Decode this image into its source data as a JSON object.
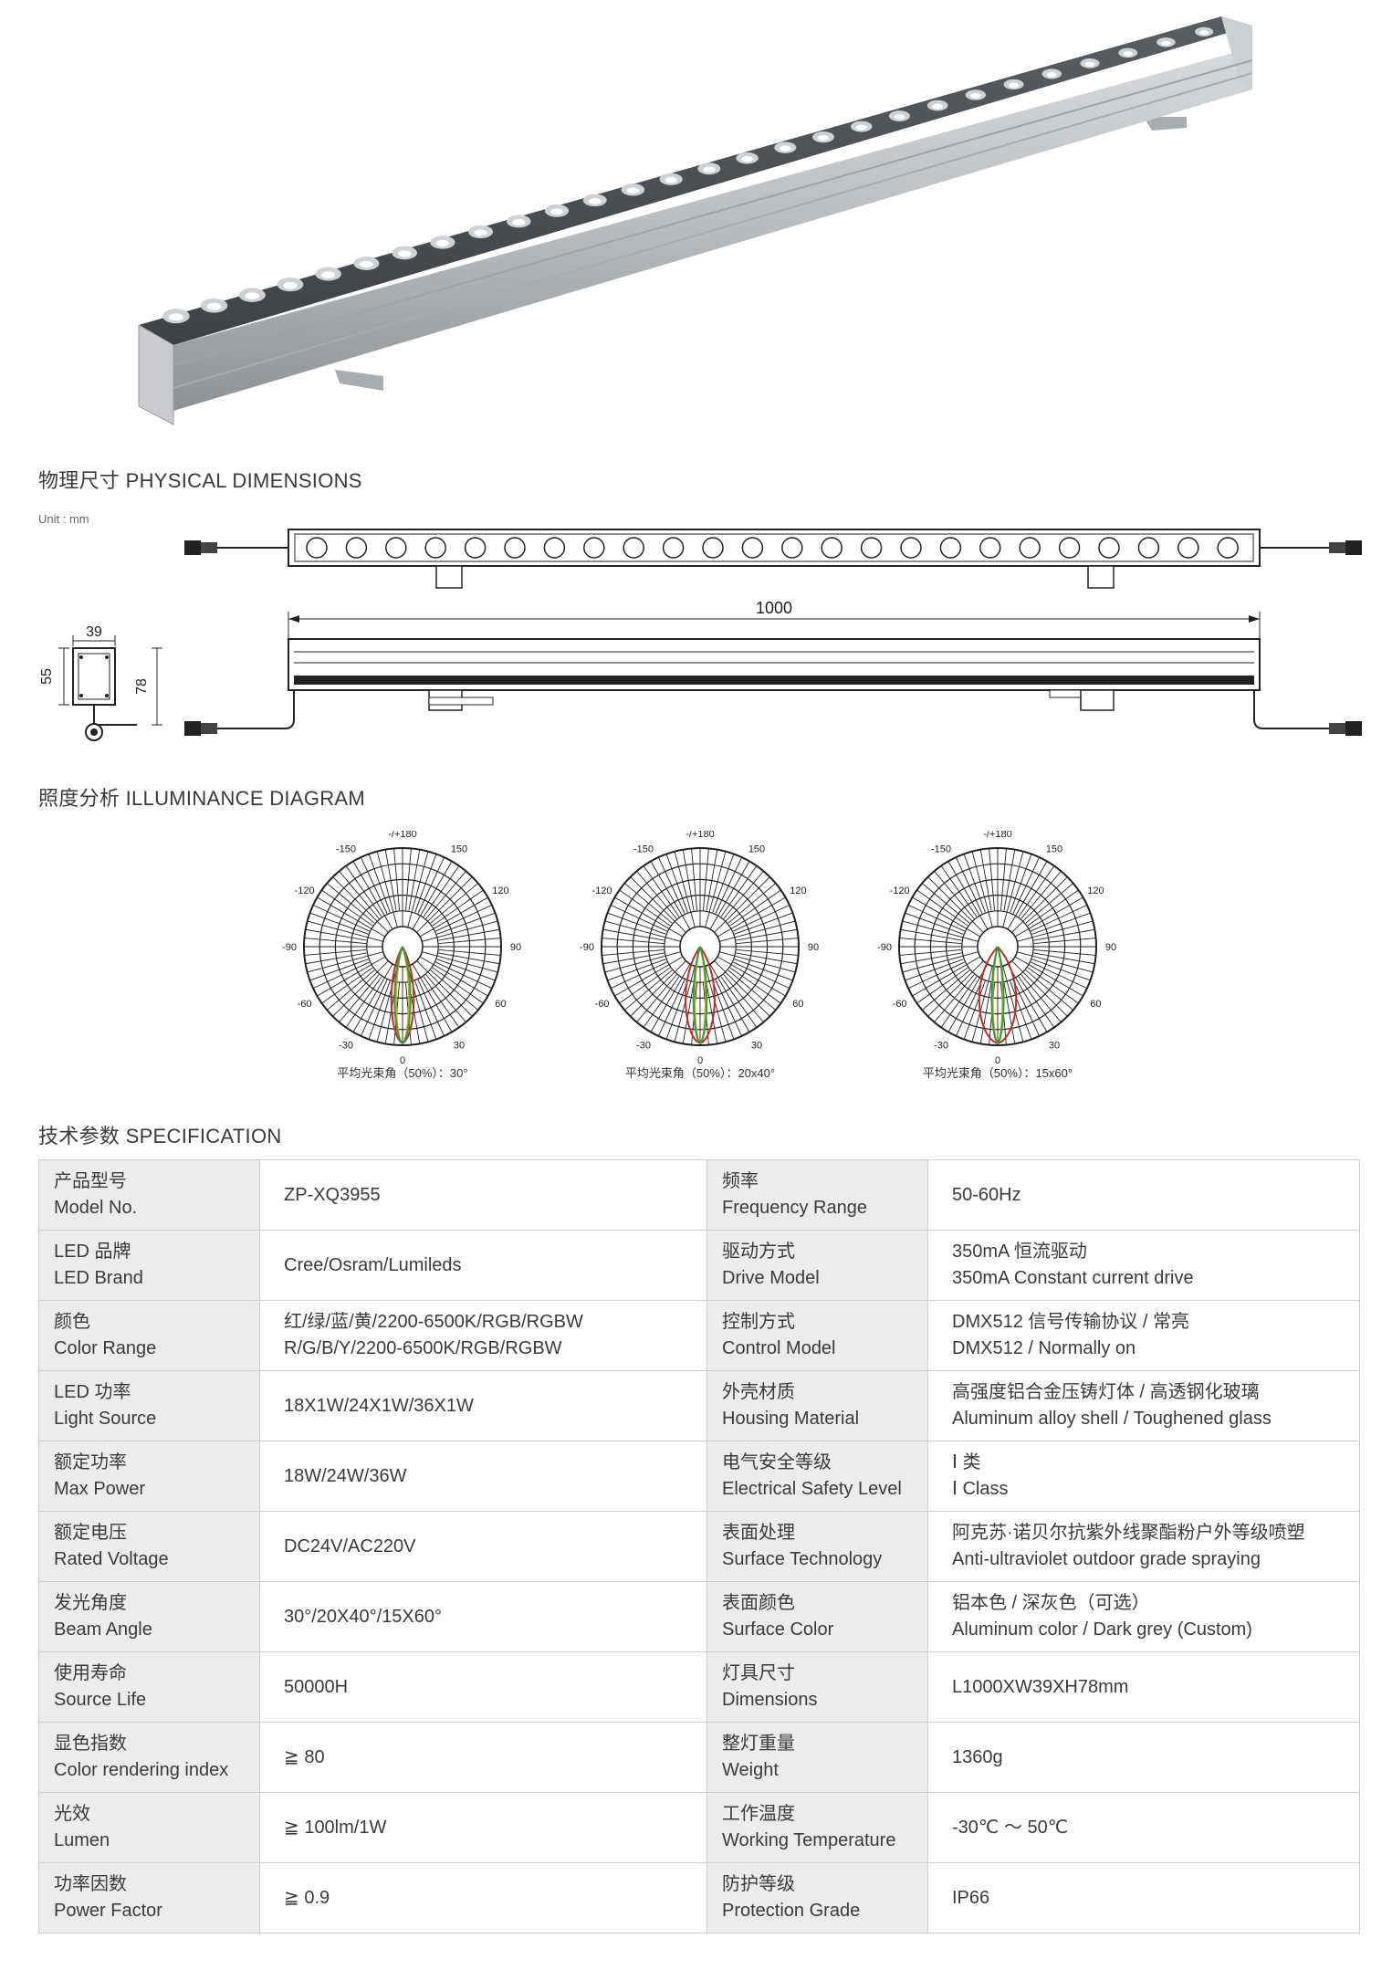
{
  "sections": {
    "dimensions_title": "物理尺寸 PHYSICAL DIMENSIONS",
    "unit": "Unit : mm",
    "illuminance_title": "照度分析 ILLUMINANCE DIAGRAM",
    "spec_title": "技术参数 SPECIFICATION"
  },
  "dimensions": {
    "length": "1000",
    "width": "39",
    "height_body": "55",
    "height_total": "78"
  },
  "polar": {
    "angle_labels": [
      "-/+180",
      "150",
      "-150",
      "120",
      "-120",
      "90",
      "-90",
      "60",
      "-60",
      "30",
      "-30",
      "0"
    ],
    "diagrams": [
      {
        "caption": "平均光束角（50%）：30°",
        "red_half_width": 0.085,
        "green_half_width": 0.06
      },
      {
        "caption": "平均光束角（50%）：20x40°",
        "red_half_width": 0.11,
        "green_half_width": 0.05
      },
      {
        "caption": "平均光束角（50%）：15x60°",
        "red_half_width": 0.14,
        "green_half_width": 0.045
      }
    ],
    "colors": {
      "red": "#c62828",
      "green": "#2e9e3e",
      "gold": "#d8a800"
    }
  },
  "spec": {
    "rows": [
      {
        "k1": [
          "产品型号",
          "Model No."
        ],
        "v1": [
          "ZP-XQ3955"
        ],
        "k2": [
          "频率",
          "Frequency Range"
        ],
        "v2": [
          "50-60Hz"
        ]
      },
      {
        "k1": [
          "LED 品牌",
          "LED Brand"
        ],
        "v1": [
          "Cree/Osram/Lumileds"
        ],
        "k2": [
          "驱动方式",
          "Drive Model"
        ],
        "v2": [
          "350mA  恒流驱动",
          "350mA  Constant current drive"
        ]
      },
      {
        "k1": [
          "颜色",
          "Color Range"
        ],
        "v1": [
          "红/绿/蓝/黄/2200-6500K/RGB/RGBW",
          "R/G/B/Y/2200-6500K/RGB/RGBW"
        ],
        "k2": [
          "控制方式",
          "Control Model"
        ],
        "v2": [
          "DMX512 信号传输协议 / 常亮",
          "DMX512 / Normally on"
        ]
      },
      {
        "k1": [
          "LED 功率",
          "Light Source"
        ],
        "v1": [
          "18X1W/24X1W/36X1W"
        ],
        "k2": [
          "外壳材质",
          "Housing Material"
        ],
        "v2": [
          "高强度铝合金压铸灯体 / 高透钢化玻璃",
          "Aluminum alloy shell / Toughened glass"
        ]
      },
      {
        "k1": [
          "额定功率",
          "Max Power"
        ],
        "v1": [
          "18W/24W/36W"
        ],
        "k2": [
          "电气安全等级",
          "Electrical Safety Level"
        ],
        "v2": [
          "Ⅰ 类",
          "Ⅰ Class"
        ]
      },
      {
        "k1": [
          "额定电压",
          "Rated Voltage"
        ],
        "v1": [
          "DC24V/AC220V"
        ],
        "k2": [
          "表面处理",
          "Surface Technology"
        ],
        "v2": [
          "阿克苏·诺贝尔抗紫外线聚酯粉户外等级喷塑",
          "Anti-ultraviolet outdoor grade spraying"
        ]
      },
      {
        "k1": [
          "发光角度",
          "Beam Angle"
        ],
        "v1": [
          "30°/20X40°/15X60°"
        ],
        "k2": [
          "表面颜色",
          "Surface Color"
        ],
        "v2": [
          "铝本色 / 深灰色（可选）",
          "Aluminum color / Dark grey (Custom)"
        ]
      },
      {
        "k1": [
          "使用寿命",
          "Source Life"
        ],
        "v1": [
          "50000H"
        ],
        "k2": [
          "灯具尺寸",
          "Dimensions"
        ],
        "v2": [
          "L1000XW39XH78mm"
        ]
      },
      {
        "k1": [
          "显色指数",
          "Color rendering index"
        ],
        "v1": [
          "≧ 80"
        ],
        "k2": [
          "整灯重量",
          "Weight"
        ],
        "v2": [
          "1360g"
        ]
      },
      {
        "k1": [
          "光效",
          "Lumen"
        ],
        "v1": [
          "≧ 100lm/1W"
        ],
        "k2": [
          "工作温度",
          "Working Temperature"
        ],
        "v2": [
          "-30℃ ～ 50℃"
        ]
      },
      {
        "k1": [
          "功率因数",
          "Power Factor"
        ],
        "v1": [
          "≧ 0.9"
        ],
        "k2": [
          "防护等级",
          "Protection Grade"
        ],
        "v2": [
          "IP66"
        ]
      }
    ]
  }
}
